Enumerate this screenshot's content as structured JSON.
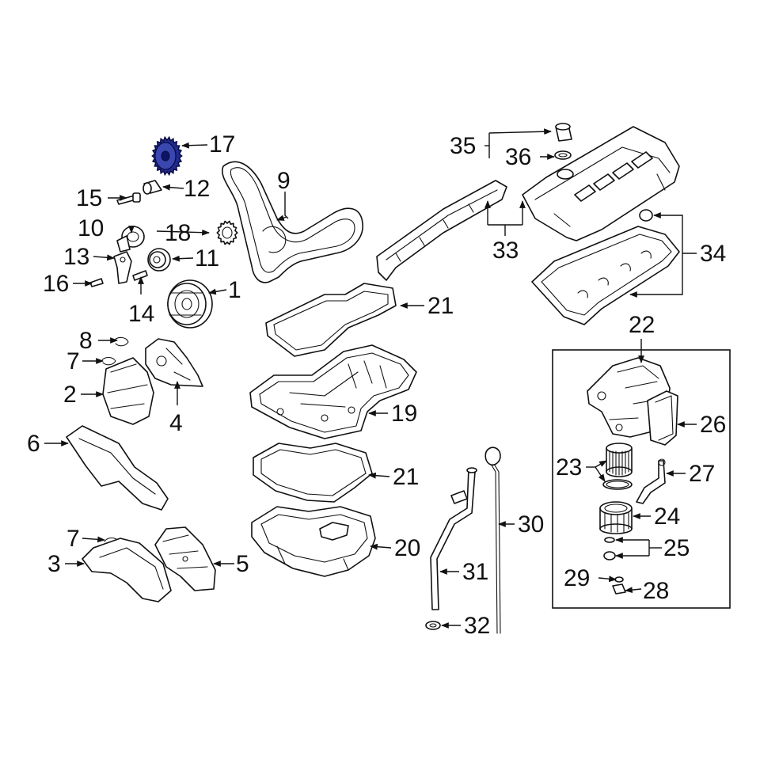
{
  "highlight_color": "#1f2a8c",
  "labels": {
    "l1": "1",
    "l2": "2",
    "l3": "3",
    "l4": "4",
    "l5": "5",
    "l6": "6",
    "l7a": "7",
    "l7b": "7",
    "l8": "8",
    "l9": "9",
    "l10": "10",
    "l11": "11",
    "l12": "12",
    "l13": "13",
    "l14": "14",
    "l15": "15",
    "l16": "16",
    "l17": "17",
    "l18": "18",
    "l19": "19",
    "l20": "20",
    "l21a": "21",
    "l21b": "21",
    "l22": "22",
    "l23": "23",
    "l24": "24",
    "l25": "25",
    "l26": "26",
    "l27": "27",
    "l28": "28",
    "l29": "29",
    "l30": "30",
    "l31": "31",
    "l32": "32",
    "l33": "33",
    "l34": "34",
    "l35": "35",
    "l36": "36"
  }
}
